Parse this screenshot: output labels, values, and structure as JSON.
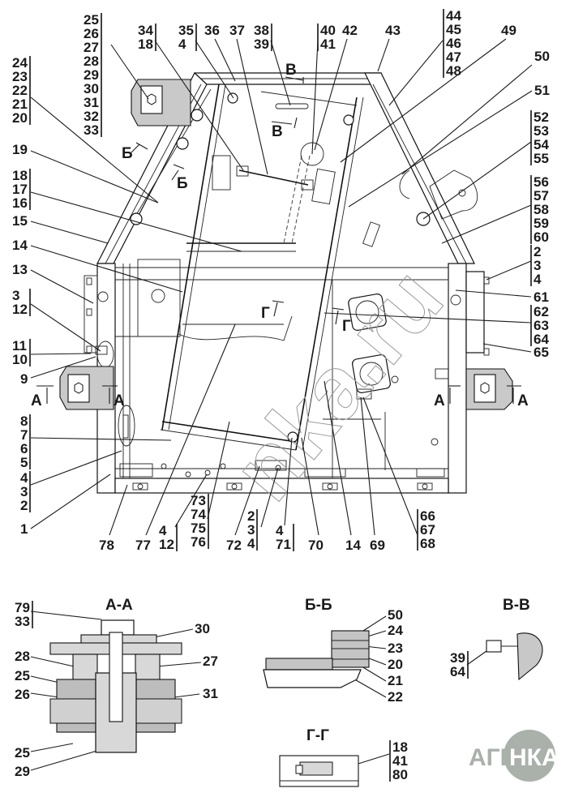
{
  "diagram": {
    "type": "technical assembly drawing",
    "main_view": {
      "callouts": [
        {
          "id": "c-25-33",
          "labels": [
            "25",
            "26",
            "27",
            "28",
            "29",
            "30",
            "31",
            "32",
            "33"
          ]
        },
        {
          "id": "c-24-20",
          "labels": [
            "24",
            "23",
            "22",
            "21",
            "20"
          ]
        },
        {
          "id": "c-34-18",
          "labels": [
            "34",
            "18"
          ]
        },
        {
          "id": "c-35-4",
          "labels": [
            "35",
            "4"
          ]
        },
        {
          "id": "c-36",
          "labels": [
            "36"
          ]
        },
        {
          "id": "c-37",
          "labels": [
            "37"
          ]
        },
        {
          "id": "c-38-39",
          "labels": [
            "38",
            "39"
          ]
        },
        {
          "id": "c-40-41",
          "labels": [
            "40",
            "41"
          ]
        },
        {
          "id": "c-42",
          "labels": [
            "42"
          ]
        },
        {
          "id": "c-43",
          "labels": [
            "43"
          ]
        },
        {
          "id": "c-44-48",
          "labels": [
            "44",
            "45",
            "46",
            "47",
            "48"
          ]
        },
        {
          "id": "c-49",
          "labels": [
            "49"
          ]
        },
        {
          "id": "c-50",
          "labels": [
            "50"
          ]
        },
        {
          "id": "c-51",
          "labels": [
            "51"
          ]
        },
        {
          "id": "c-52-55",
          "labels": [
            "52",
            "53",
            "54",
            "55"
          ]
        },
        {
          "id": "c-56-60",
          "labels": [
            "56",
            "57",
            "58",
            "59",
            "60"
          ]
        },
        {
          "id": "c-19",
          "labels": [
            "19"
          ]
        },
        {
          "id": "c-18-16",
          "labels": [
            "18",
            "17",
            "16"
          ]
        },
        {
          "id": "c-15",
          "labels": [
            "15"
          ]
        },
        {
          "id": "c-14-left",
          "labels": [
            "14"
          ]
        },
        {
          "id": "c-13",
          "labels": [
            "13"
          ]
        },
        {
          "id": "c-3-12",
          "labels": [
            "3",
            "12"
          ]
        },
        {
          "id": "c-11-10",
          "labels": [
            "11",
            "10"
          ]
        },
        {
          "id": "c-9",
          "labels": [
            "9"
          ]
        },
        {
          "id": "c-8-5",
          "labels": [
            "8",
            "7",
            "6",
            "5"
          ]
        },
        {
          "id": "c-4-2-left",
          "labels": [
            "4",
            "3",
            "2"
          ]
        },
        {
          "id": "c-1",
          "labels": [
            "1"
          ]
        },
        {
          "id": "c-2-4-right",
          "labels": [
            "2",
            "3",
            "4"
          ]
        },
        {
          "id": "c-61",
          "labels": [
            "61"
          ]
        },
        {
          "id": "c-62-64",
          "labels": [
            "62",
            "63",
            "64"
          ]
        },
        {
          "id": "c-65",
          "labels": [
            "65"
          ]
        },
        {
          "id": "c-78",
          "labels": [
            "78"
          ]
        },
        {
          "id": "c-77",
          "labels": [
            "77"
          ]
        },
        {
          "id": "c-4-12",
          "labels": [
            "4",
            "12"
          ]
        },
        {
          "id": "c-73-76",
          "labels": [
            "73",
            "74",
            "75",
            "76"
          ]
        },
        {
          "id": "c-72",
          "labels": [
            "72"
          ]
        },
        {
          "id": "c-2-4-bottom",
          "labels": [
            "2",
            "3",
            "4"
          ]
        },
        {
          "id": "c-4-71",
          "labels": [
            "4",
            "71"
          ]
        },
        {
          "id": "c-70",
          "labels": [
            "70"
          ]
        },
        {
          "id": "c-14-bottom",
          "labels": [
            "14"
          ]
        },
        {
          "id": "c-69",
          "labels": [
            "69"
          ]
        },
        {
          "id": "c-66-68",
          "labels": [
            "66",
            "67",
            "68"
          ]
        }
      ],
      "section_marks": [
        "В",
        "В",
        "Б",
        "Б",
        "Г",
        "Г",
        "А",
        "А",
        "А",
        "А"
      ]
    },
    "sections": [
      {
        "title": "А-А",
        "callouts": [
          [
            "79",
            "33"
          ],
          [
            "30"
          ],
          [
            "28"
          ],
          [
            "27"
          ],
          [
            "25"
          ],
          [
            "26"
          ],
          [
            "31"
          ],
          [
            "25"
          ],
          [
            "29"
          ]
        ]
      },
      {
        "title": "Б-Б",
        "callouts": [
          [
            "50"
          ],
          [
            "24"
          ],
          [
            "23"
          ],
          [
            "20"
          ],
          [
            "21"
          ],
          [
            "22"
          ]
        ]
      },
      {
        "title": "В-В",
        "callouts": [
          [
            "39",
            "64"
          ]
        ]
      },
      {
        "title": "Г-Г",
        "callouts": [
          [
            "18",
            "41",
            "80"
          ]
        ]
      }
    ],
    "watermark": "nka.ru",
    "logo": {
      "left": "АГРО",
      "right": "НКА",
      "color": "#a9b1aa"
    }
  }
}
